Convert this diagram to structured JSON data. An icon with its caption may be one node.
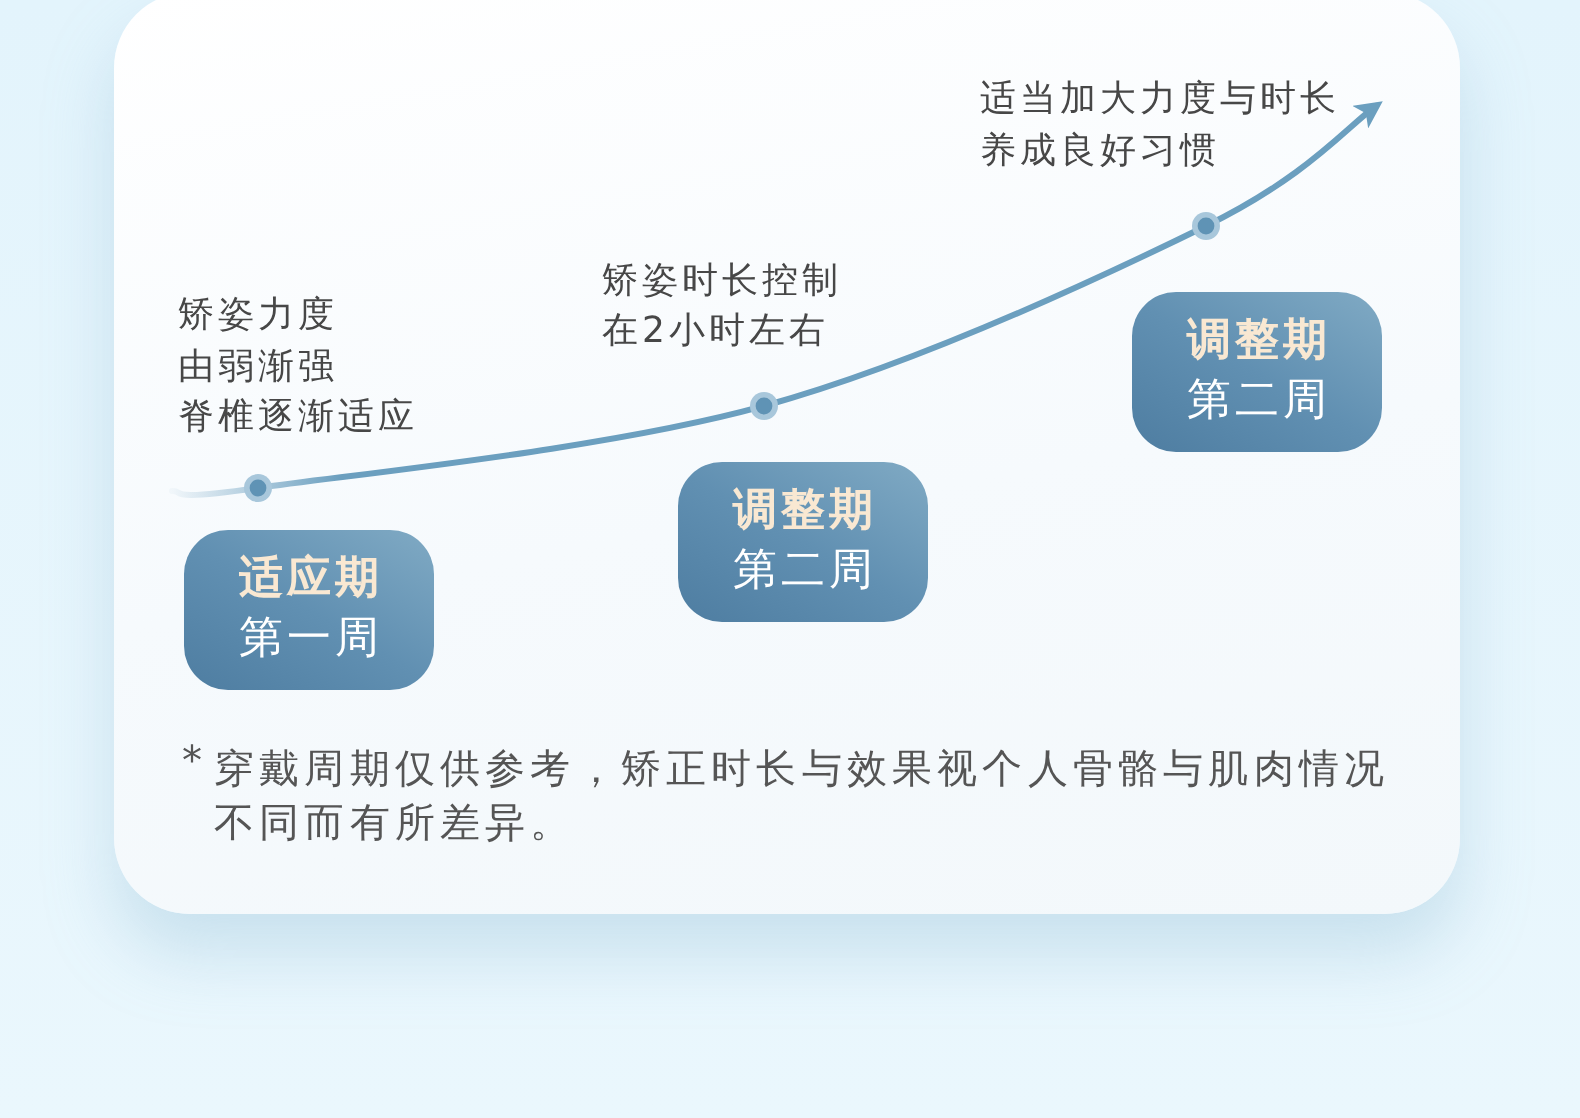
{
  "diagram": {
    "nodes": [
      {
        "text": [
          "适应期",
          "第一周"
        ]
      },
      {
        "text": [
          "调整期",
          "第二周"
        ]
      },
      {
        "text": [
          "调整期",
          "第二周"
        ]
      }
    ],
    "labels": [
      "矫姿力度",
      "由弱渐强",
      "脊椎逐渐适应",
      "矫姿时长控制",
      "在2小时左右",
      "适当加大力度与时长",
      "养成良好习惯",
      "*",
      "穿戴周期仅供参考，矫正时长与效果视个人骨骼与肌肉情况不同而有所差异。"
    ]
  }
}
